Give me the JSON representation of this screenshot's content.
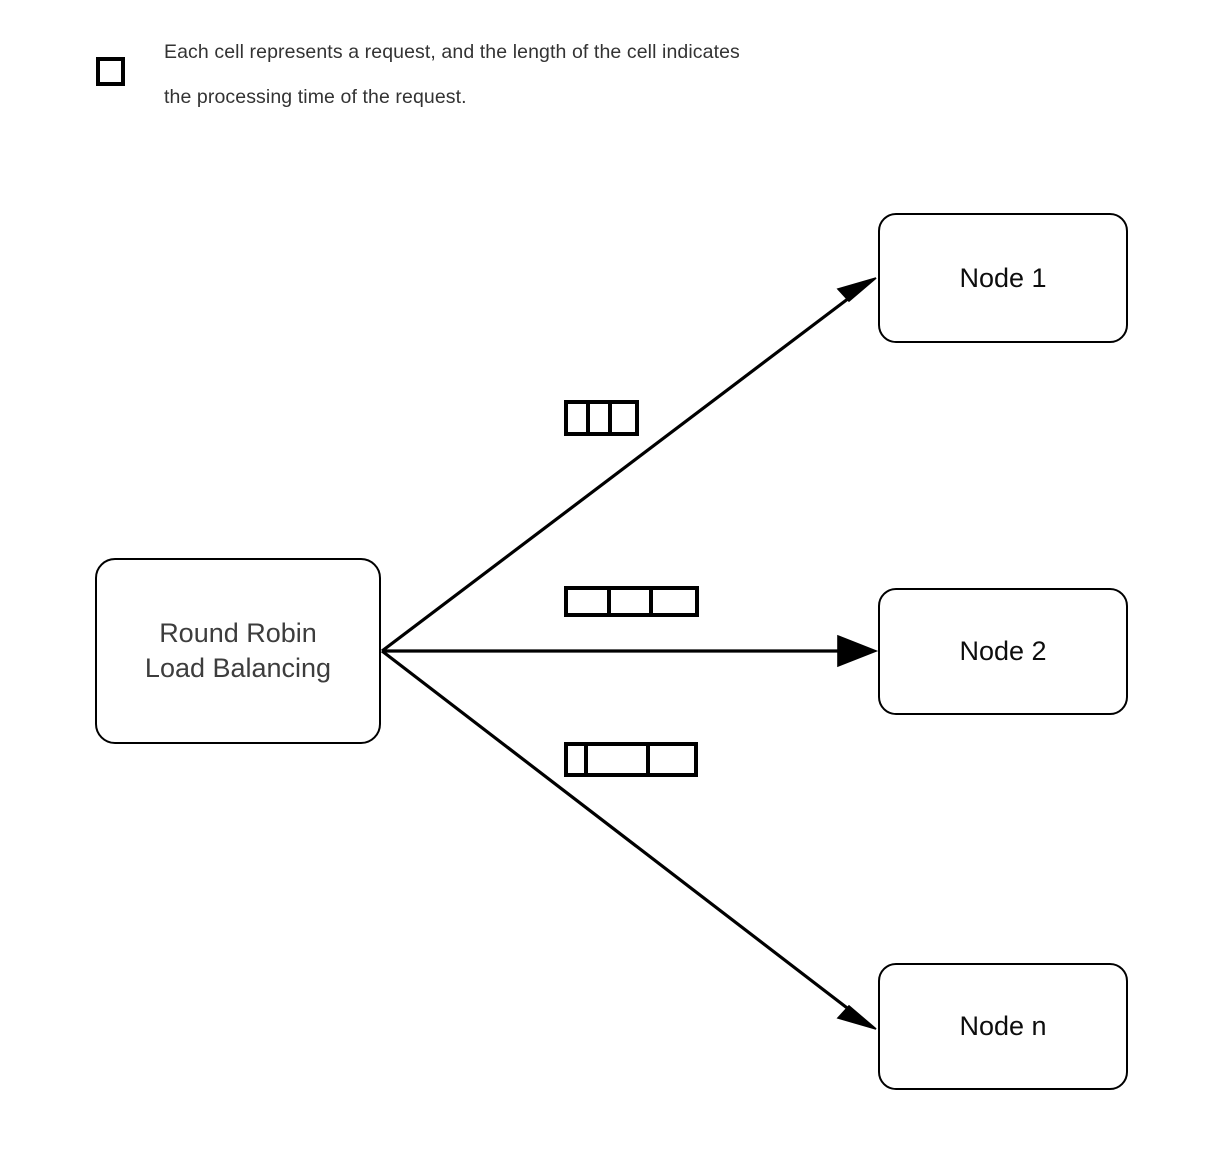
{
  "legend": {
    "swatch_icon": "empty-square-icon",
    "line1": "Each cell represents a request, and the length of the cell indicates",
    "line2": "the processing time of the request."
  },
  "colors": {
    "background": "#ffffff",
    "stroke": "#000000",
    "node_text": "#0d0d0d",
    "source_text": "#3d3d3d",
    "legend_text": "#333333"
  },
  "source": {
    "label": "Round Robin\nLoad Balancing"
  },
  "nodes": [
    {
      "id": "node-1",
      "label": "Node 1"
    },
    {
      "id": "node-2",
      "label": "Node 2"
    },
    {
      "id": "node-n",
      "label": "Node n"
    }
  ],
  "queues": [
    {
      "for_node": "Node 1",
      "request_count": 3,
      "cell_widths": [
        22,
        22,
        23
      ]
    },
    {
      "for_node": "Node 2",
      "request_count": 3,
      "cell_widths": [
        43,
        42,
        42
      ]
    },
    {
      "for_node": "Node n",
      "request_count": 3,
      "cell_widths": [
        20,
        62,
        44
      ]
    }
  ],
  "edges": [
    {
      "from": "Round Robin Load Balancing",
      "to": "Node 1",
      "arrowhead": "filled-triangle"
    },
    {
      "from": "Round Robin Load Balancing",
      "to": "Node 2",
      "arrowhead": "filled-triangle"
    },
    {
      "from": "Round Robin Load Balancing",
      "to": "Node n",
      "arrowhead": "filled-triangle"
    }
  ]
}
